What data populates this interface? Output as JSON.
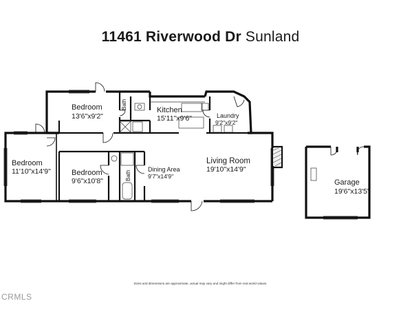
{
  "title": {
    "bold": "11461 Riverwood Dr",
    "rest": "Sunland"
  },
  "rooms": {
    "bedroom_top": {
      "name": "Bedroom",
      "dims": "13'6\"x9'2\""
    },
    "bath_top": {
      "name": "Bath"
    },
    "kitchen": {
      "name": "Kitchen",
      "dims": "15'11\"x9'6\""
    },
    "laundry": {
      "name": "Laundry",
      "dims": "9'2\"x9'2\""
    },
    "bedroom_left": {
      "name": "Bedroom",
      "dims": "11'10\"x14'9\""
    },
    "bedroom_mid": {
      "name": "Bedroom",
      "dims": "9'6\"x10'8\""
    },
    "bath_mid": {
      "name": "Bath"
    },
    "dining": {
      "name": "Dining Area",
      "dims": "9'7\"x14'9\""
    },
    "living": {
      "name": "Living Room",
      "dims": "19'10\"x14'9\""
    },
    "garage": {
      "name": "Garage",
      "dims": "19'6\"x13'5\""
    }
  },
  "disclaimer": "Sizes and dimensions are approximate, actual may vary and might differ from real world values.",
  "watermark": "CRMLS",
  "colors": {
    "wall": "#111111",
    "text": "#1a1a1a",
    "watermark": "#9a9a9a"
  }
}
